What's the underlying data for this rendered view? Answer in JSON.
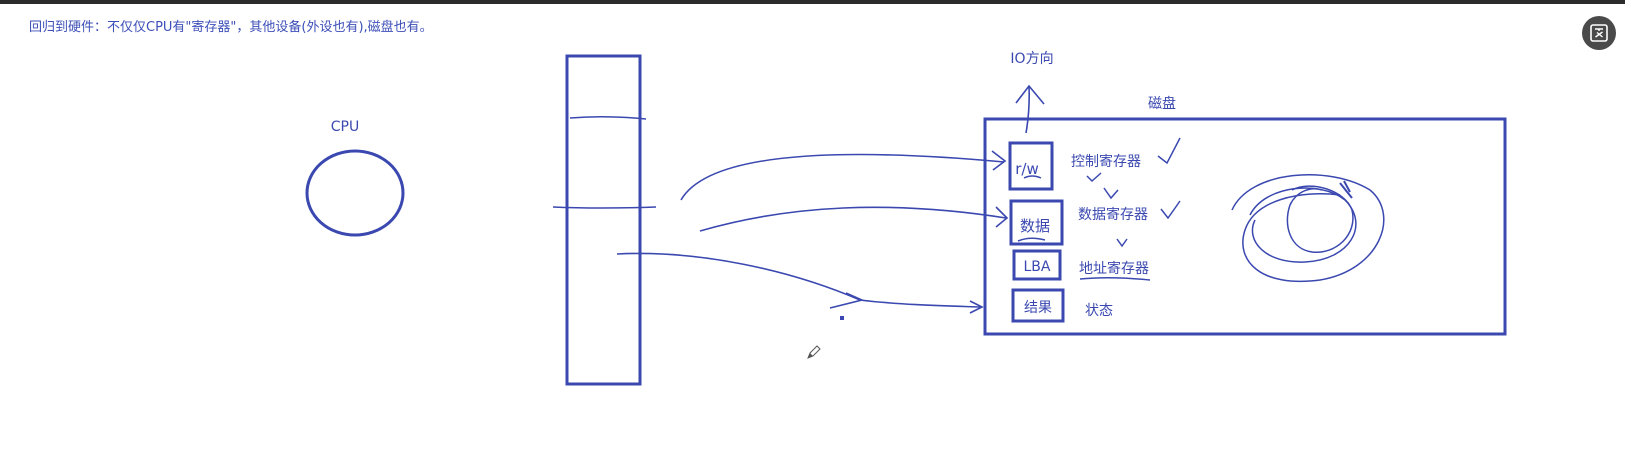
{
  "note": "回归到硬件：不仅仅CPU有\"寄存器\"，其他设备(外设也有),磁盘也有。",
  "diagram": {
    "cpu_label": "CPU",
    "io_direction_label": "IO方向",
    "disk_label": "磁盘",
    "registers": [
      {
        "box": "r/w",
        "desc": "控制寄存器"
      },
      {
        "box": "数据",
        "desc": "数据寄存器"
      },
      {
        "box": "LBA",
        "desc": "地址寄存器"
      },
      {
        "box": "结果",
        "desc": "状态"
      }
    ]
  },
  "colors": {
    "ink": "#3a48b0",
    "note_text": "#3d4fb8",
    "top_bar": "#2b2b2b",
    "translate_button": "#4a4a4a"
  },
  "icons": {
    "translate_button": "translate-icon",
    "pen_cursor": "pen-cursor-icon"
  }
}
